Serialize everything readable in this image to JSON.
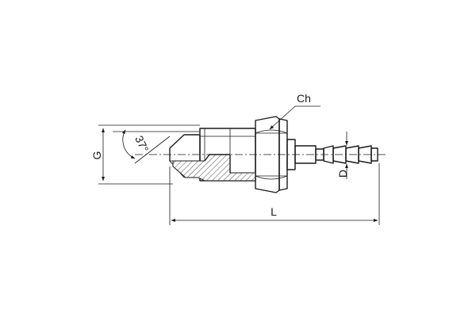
{
  "drawing": {
    "labels": {
      "wrench_size": "Ch",
      "thread": "G",
      "angle": "37°",
      "length": "L",
      "hose_diameter": "D"
    },
    "colors": {
      "line": "#1a1a1a",
      "metal_light": "#f2f2f2",
      "metal_mid": "#c9c9c9",
      "metal_dark": "#8c8c8c",
      "section_fill": "#ffffff"
    }
  }
}
